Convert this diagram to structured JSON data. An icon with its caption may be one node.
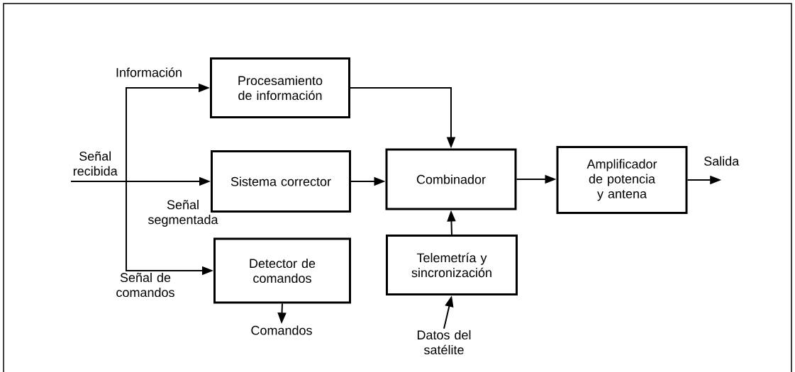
{
  "diagram": {
    "nodes": [
      {
        "text": [
          "Procesamiento de información"
        ]
      },
      {
        "text": [
          "Sistema corrector"
        ]
      },
      {
        "text": [
          "Detector de comandos"
        ]
      },
      {
        "text": [
          "Combinador"
        ]
      },
      {
        "text": [
          "Amplificador de potencia y antena"
        ]
      },
      {
        "text": [
          "Telemetría y sincronización"
        ]
      },
      {
        "text": [
          "Señal recibida"
        ]
      },
      {
        "text": [
          "Comandos"
        ]
      },
      {
        "text": [
          "Datos del satélite"
        ]
      },
      {
        "text": [
          "Salida"
        ]
      }
    ],
    "edges": [
      {
        "from": 6,
        "to": 0,
        "arrow": "to",
        "label": "Información"
      },
      {
        "from": 6,
        "to": 1,
        "arrow": "to",
        "label": "Señal segmentada"
      },
      {
        "from": 6,
        "to": 2,
        "arrow": "to",
        "label": "Señal de comandos"
      },
      {
        "from": 0,
        "to": 3,
        "arrow": "to"
      },
      {
        "from": 1,
        "to": 3,
        "arrow": "to"
      },
      {
        "from": 5,
        "to": 3,
        "arrow": "to"
      },
      {
        "from": 3,
        "to": 4,
        "arrow": "to"
      },
      {
        "from": 2,
        "to": 7,
        "arrow": "to"
      },
      {
        "from": 8,
        "to": 5,
        "arrow": "to"
      },
      {
        "from": 4,
        "to": 9,
        "arrow": "to"
      }
    ]
  }
}
